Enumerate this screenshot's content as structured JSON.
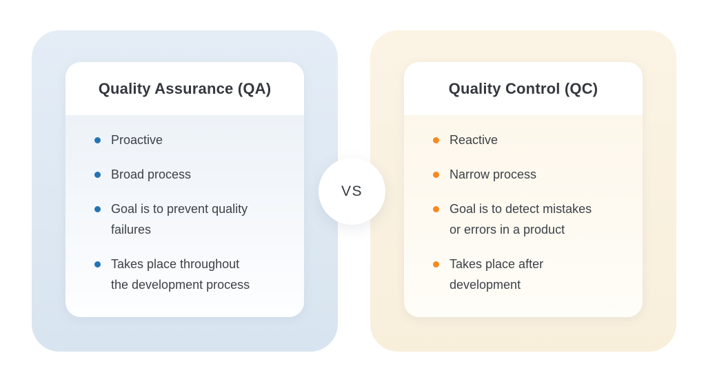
{
  "vs_label": "VS",
  "colors": {
    "qa_accent": "#2274b5",
    "qc_accent": "#f6891f",
    "qa_panel_bg": "#dce7f1",
    "qc_panel_bg": "#f9f0de",
    "heading_text": "#34383e",
    "body_text": "#3c4147"
  },
  "panels": [
    {
      "id": "qa",
      "title": "Quality Assurance (QA)",
      "items": [
        "Proactive",
        "Broad process",
        "Goal is to prevent quality\nfailures",
        "Takes place throughout\nthe development process"
      ]
    },
    {
      "id": "qc",
      "title": "Quality Control (QC)",
      "items": [
        "Reactive",
        "Narrow process",
        "Goal is to detect mistakes\nor errors in a product",
        "Takes place after\ndevelopment"
      ]
    }
  ]
}
